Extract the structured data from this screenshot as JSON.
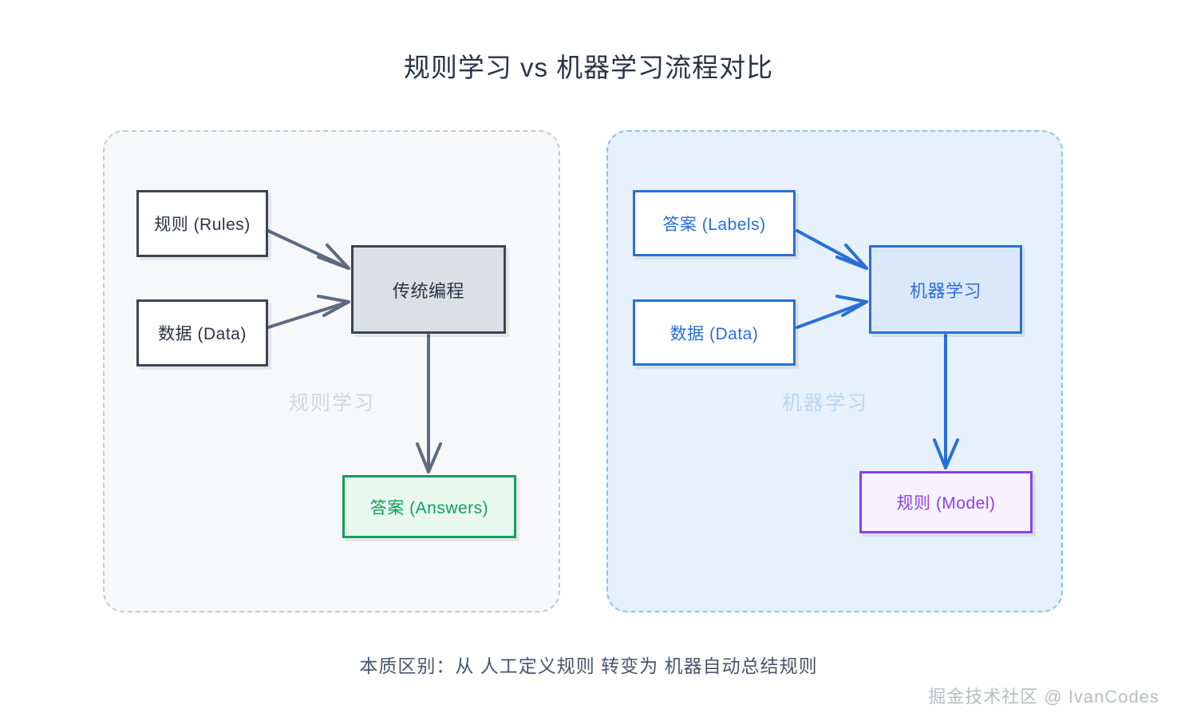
{
  "title": "规则学习 vs 机器学习流程对比",
  "footer_note": "本质区别：从 人工定义规则 转变为 机器自动总结规则",
  "credit": "掘金技术社区 @ IvanCodes",
  "panels": [
    {
      "id": "rule-learning",
      "watermark": "规则学习",
      "border_color": "#c6cbd2",
      "fill_color": "#f7f8f9",
      "nodes": [
        {
          "id": "rules",
          "label": "规则 (Rules)",
          "border_color": "#3b4554",
          "fill_color": "#ffffff",
          "text_color": "#2b3445"
        },
        {
          "id": "data-left",
          "label": "数据 (Data)",
          "border_color": "#3b4554",
          "fill_color": "#ffffff",
          "text_color": "#2b3445"
        },
        {
          "id": "traditional",
          "label": "传统编程",
          "border_color": "#3b4554",
          "fill_color": "#dcdfe4",
          "text_color": "#2b3445"
        },
        {
          "id": "answers",
          "label": "答案 (Answers)",
          "border_color": "#10a05e",
          "fill_color": "#e9f8ef",
          "text_color": "#10a05e"
        }
      ]
    },
    {
      "id": "machine-learning",
      "watermark": "机器学习",
      "border_color": "#8cc0ec",
      "fill_color": "#e6f1fb",
      "nodes": [
        {
          "id": "labels",
          "label": "答案 (Labels)",
          "border_color": "#2a6fd6",
          "fill_color": "#ffffff",
          "text_color": "#2a6fd6"
        },
        {
          "id": "data-right",
          "label": "数据 (Data)",
          "border_color": "#2a6fd6",
          "fill_color": "#ffffff",
          "text_color": "#2a6fd6"
        },
        {
          "id": "machine",
          "label": "机器学习",
          "border_color": "#2a6fd6",
          "fill_color": "#dbe8fb",
          "text_color": "#2a6fd6"
        },
        {
          "id": "model",
          "label": "规则 (Model)",
          "border_color": "#8b3ff0",
          "fill_color": "#f8f2fe",
          "text_color": "#8b3ff0"
        }
      ]
    }
  ],
  "arrows": [
    {
      "id": "rules-to-traditional",
      "from": "rules",
      "to": "traditional",
      "color": "#5c6b80"
    },
    {
      "id": "data-left-to-traditional",
      "from": "data-left",
      "to": "traditional",
      "color": "#5c6b80"
    },
    {
      "id": "traditional-to-answers",
      "from": "traditional",
      "to": "answers",
      "color": "#5c6b80"
    },
    {
      "id": "labels-to-machine",
      "from": "labels",
      "to": "machine",
      "color": "#2a6fd6"
    },
    {
      "id": "data-right-to-machine",
      "from": "data-right",
      "to": "machine",
      "color": "#2a6fd6"
    },
    {
      "id": "machine-to-model",
      "from": "machine",
      "to": "model",
      "color": "#2a6fd6"
    }
  ]
}
